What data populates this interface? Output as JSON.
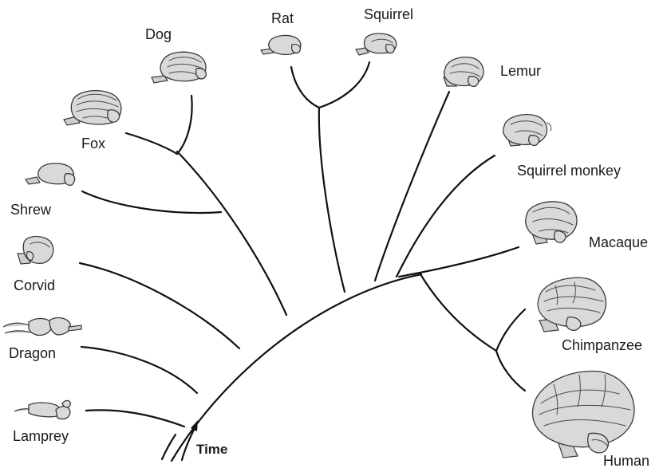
{
  "labels": {
    "dog": "Dog",
    "rat": "Rat",
    "squirrel": "Squirrel",
    "lemur": "Lemur",
    "fox": "Fox",
    "squirrel_monkey": "Squirrel monkey",
    "shrew": "Shrew",
    "macaque": "Macaque",
    "corvid": "Corvid",
    "chimpanzee": "Chimpanzee",
    "dragon": "Dragon",
    "lamprey": "Lamprey",
    "human": "Human",
    "time": "Time"
  },
  "icons": {
    "dog": "dog-brain-icon",
    "rat": "rat-brain-icon",
    "squirrel": "squirrel-brain-icon",
    "lemur": "lemur-brain-icon",
    "fox": "fox-brain-icon",
    "squirrel_monkey": "squirrel-monkey-brain-icon",
    "shrew": "shrew-brain-icon",
    "macaque": "macaque-brain-icon",
    "corvid": "corvid-brain-icon",
    "chimpanzee": "chimpanzee-brain-icon",
    "dragon": "dragon-brain-icon",
    "lamprey": "lamprey-brain-icon",
    "human": "human-brain-icon"
  },
  "colors": {
    "line": "#111111",
    "brain_fill": "#d9d9d9",
    "brain_stroke": "#3a3a3a"
  }
}
